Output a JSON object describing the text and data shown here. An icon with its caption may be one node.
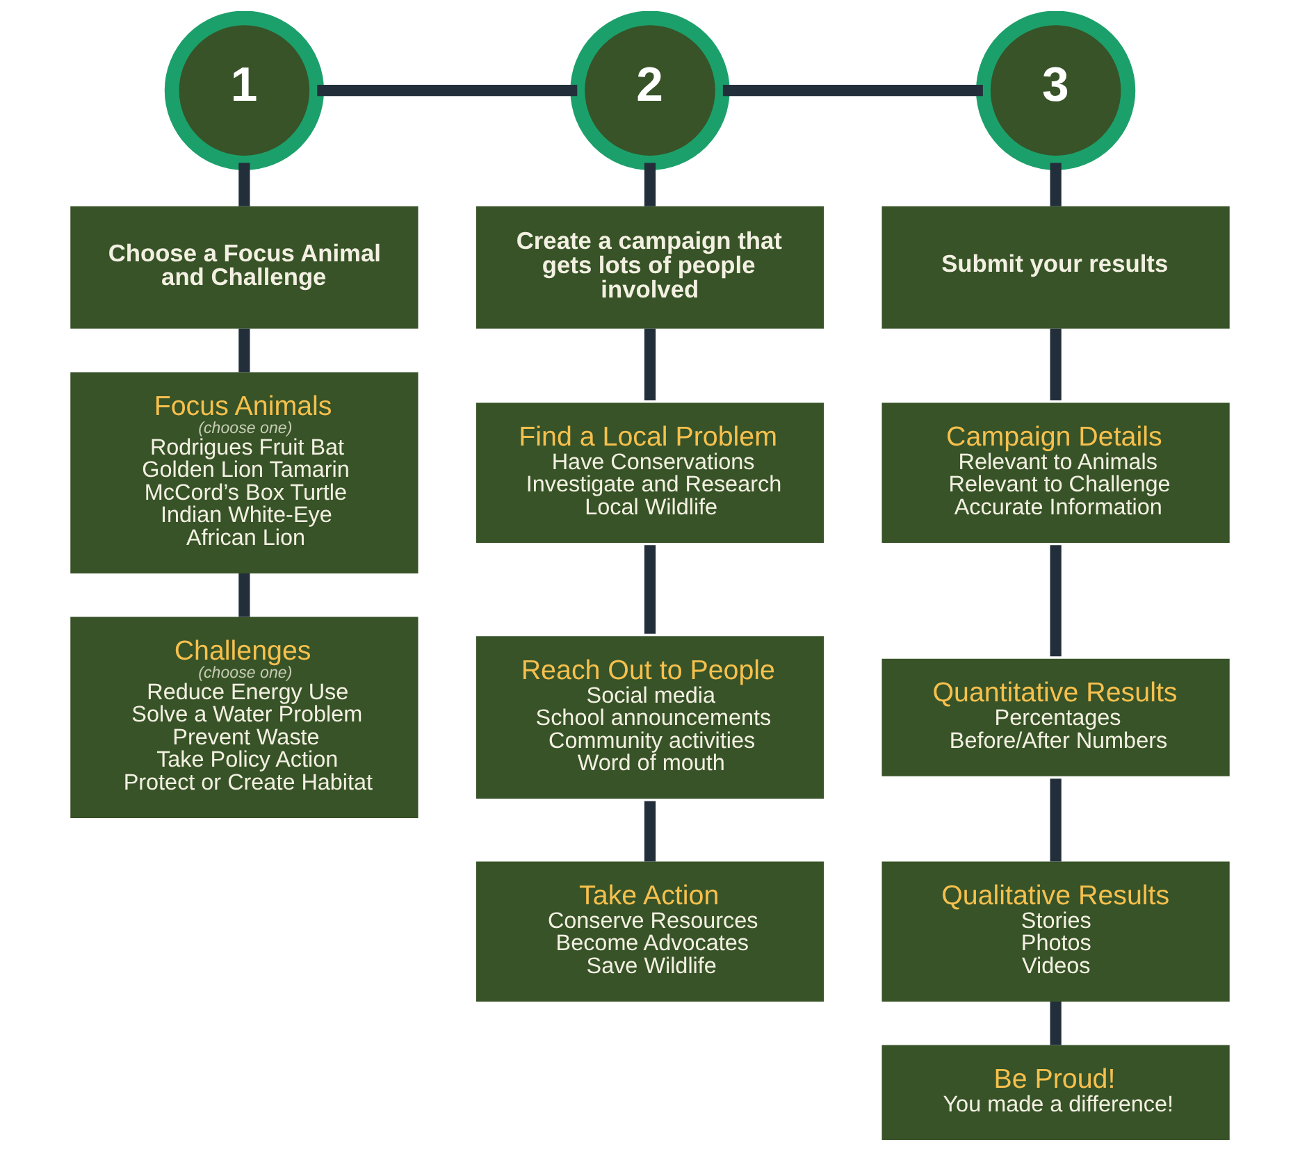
{
  "diagram": {
    "nodes": [
      {
        "text": [
          "1"
        ]
      },
      {
        "text": [
          "2"
        ]
      },
      {
        "text": [
          "3"
        ]
      },
      {
        "text": [
          "Choose a Focus Animal and Challenge"
        ]
      },
      {
        "text": [
          "Focus Animals",
          "(choose one)",
          "Rodrigues Fruit Bat",
          "Golden Lion Tamarin",
          "McCord’s Box Turtle",
          "Indian White-Eye",
          "African Lion"
        ]
      },
      {
        "text": [
          "Challenges",
          "(choose one)",
          "Reduce Energy Use",
          "Solve a Water Problem",
          "Prevent Waste",
          "Take Policy Action",
          "Protect or Create Habitat"
        ]
      },
      {
        "text": [
          "Create a campaign that gets lots of people involved"
        ]
      },
      {
        "text": [
          "Find a Local Problem",
          "Have Conservations",
          "Investigate and Research Local Wildlife"
        ]
      },
      {
        "text": [
          "Reach Out to People",
          "Social media",
          "School announcements",
          "Community activities",
          "Word of mouth"
        ]
      },
      {
        "text": [
          "Take Action",
          "Conserve Resources",
          "Become Advocates",
          "Save Wildlife"
        ]
      },
      {
        "text": [
          "Submit your results"
        ]
      },
      {
        "text": [
          "Campaign Details",
          "Relevant to Animals",
          "Relevant to Challenge",
          "Accurate Information"
        ]
      },
      {
        "text": [
          "Quantitative Results",
          "Percentages",
          "Before/After Numbers"
        ]
      },
      {
        "text": [
          "Qualitative Results",
          "Stories",
          "Photos",
          "Videos"
        ]
      },
      {
        "text": [
          "Be Proud!",
          "You made a difference!"
        ]
      }
    ],
    "edges": [
      {
        "from": 0,
        "to": 1,
        "arrow": "none"
      },
      {
        "from": 1,
        "to": 2,
        "arrow": "none"
      },
      {
        "from": 0,
        "to": 3,
        "arrow": "none"
      },
      {
        "from": 3,
        "to": 4,
        "arrow": "none"
      },
      {
        "from": 4,
        "to": 5,
        "arrow": "none"
      },
      {
        "from": 1,
        "to": 6,
        "arrow": "none"
      },
      {
        "from": 6,
        "to": 7,
        "arrow": "none"
      },
      {
        "from": 7,
        "to": 8,
        "arrow": "none"
      },
      {
        "from": 8,
        "to": 9,
        "arrow": "none"
      },
      {
        "from": 2,
        "to": 10,
        "arrow": "none"
      },
      {
        "from": 10,
        "to": 11,
        "arrow": "none"
      },
      {
        "from": 11,
        "to": 12,
        "arrow": "none"
      },
      {
        "from": 12,
        "to": 13,
        "arrow": "none"
      },
      {
        "from": 13,
        "to": 14,
        "arrow": "none"
      }
    ]
  }
}
